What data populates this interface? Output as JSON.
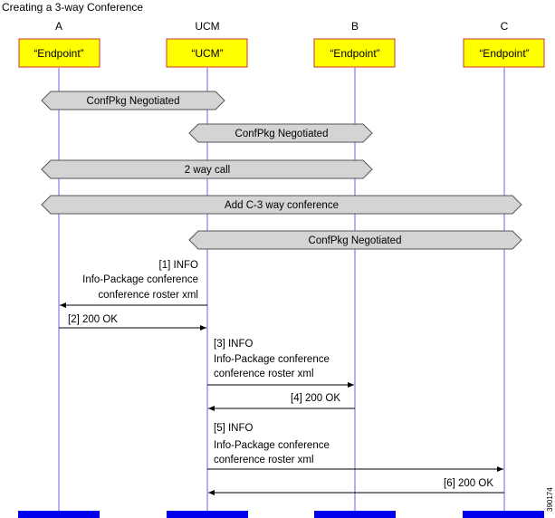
{
  "title": "Creating a 3-way Conference",
  "figure_id": "390174",
  "participants": [
    {
      "column": "A",
      "box": "“Endpoint”"
    },
    {
      "column": "UCM",
      "box": "“UCM”"
    },
    {
      "column": "B",
      "box": "“Endpoint”"
    },
    {
      "column": "C",
      "box": "“Endpoint”"
    }
  ],
  "bands": [
    {
      "label": "ConfPkg Negotiated"
    },
    {
      "label": "ConfPkg Negotiated"
    },
    {
      "label": "2 way call"
    },
    {
      "label": "Add C-3 way conference"
    },
    {
      "label": "ConfPkg Negotiated"
    }
  ],
  "messages": [
    {
      "lines": [
        "[1] INFO",
        "Info-Package conference",
        "conference roster xml"
      ]
    },
    {
      "lines": [
        "[2] 200 OK"
      ]
    },
    {
      "lines": [
        "[3] INFO",
        "Info-Package conference",
        "conference roster xml"
      ]
    },
    {
      "lines": [
        "[4] 200 OK"
      ]
    },
    {
      "lines": [
        "[5] INFO",
        "Info-Package conference",
        "conference roster xml"
      ]
    },
    {
      "lines": [
        "[6] 200 OK"
      ]
    }
  ],
  "colors": {
    "box_fill": "#ffff00",
    "box_border": "#cc3333",
    "lifeline": "#6666dd",
    "band_fill": "#d4d4d4",
    "band_stroke": "#555555",
    "footer_bar": "#0000ee",
    "arrow": "#000000"
  }
}
